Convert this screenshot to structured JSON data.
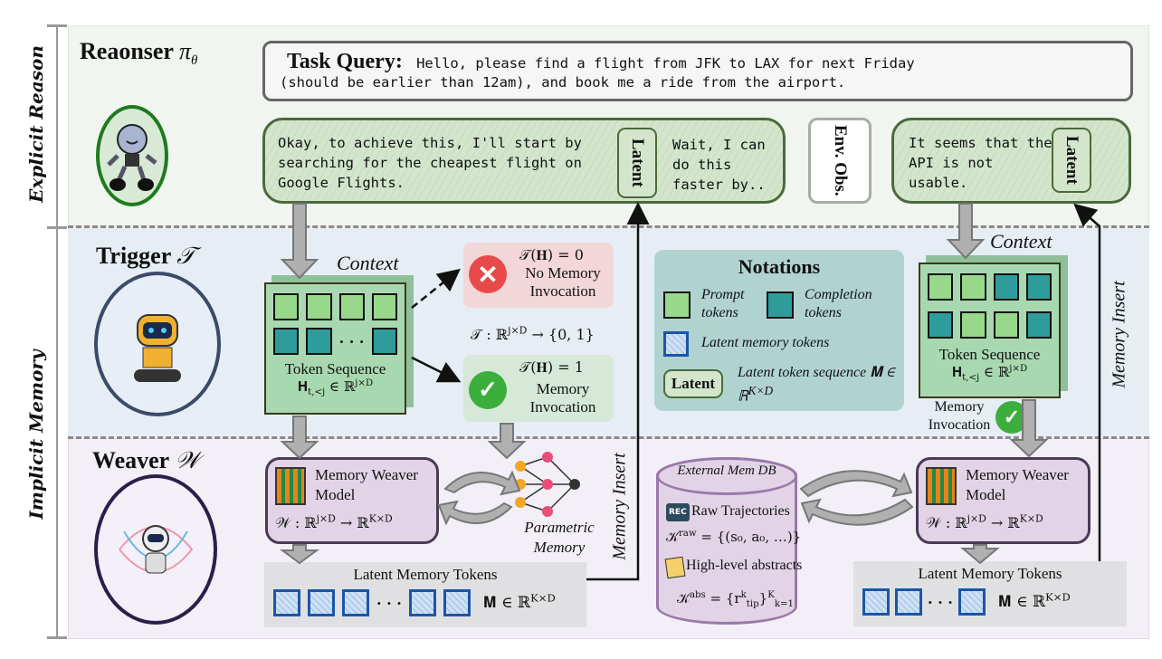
{
  "side_labels": {
    "explicit": "Explicit Reason",
    "implicit": "Implicit Memory"
  },
  "reasoner": {
    "title": "Reaonser",
    "symbol": "π",
    "symbol_sub": "θ",
    "task_query_label": "Task Query:",
    "task_query_line1": "Hello, please find a flight from JFK to LAX for next Friday",
    "task_query_line2": "(should be earlier than 12am), and book me a ride from the airport.",
    "bubble1_text": "Okay, to achieve this, I'll start by searching for the cheapest flight on Google Flights.",
    "latent_label": "Latent",
    "bubble1_continuation": "Wait, I can do this faster by..",
    "env_obs": "Env. Obs.",
    "bubble2_text": "It seems that the API is not usable."
  },
  "trigger": {
    "title": "Trigger",
    "symbol": "𝒯",
    "context_label": "Context",
    "token_sequence_label": "Token Sequence",
    "token_sequence_math": "𝐇_{t,<j} ∈ ℝ^{j×D}",
    "dots": "· · ·",
    "no_formula": "𝒯(𝐇) = 0",
    "no_text": "No Memory Invocation",
    "mapping": "𝒯 : ℝ^{j×D} → {0, 1}",
    "yes_formula": "𝒯(𝐇) = 1",
    "yes_text": "Memory Invocation",
    "colors": {
      "no": "#e84a4a",
      "yes": "#3cae3c"
    }
  },
  "notations": {
    "title": "Notations",
    "prompt": "Prompt tokens",
    "completion": "Completion tokens",
    "latent_memory": "Latent memory tokens",
    "latent_box": "Latent",
    "latent_seq": "Latent token sequence 𝐌 ∈ ℝ^{K×D}",
    "colors": {
      "prompt": "#98d88a",
      "completion": "#2f9c9c",
      "latent": "#1a56a8"
    }
  },
  "right_trigger": {
    "context_label": "Context",
    "token_sequence_label": "Token Sequence",
    "token_sequence_math": "𝐇_{t,<j} ∈ ℝ^{j×D}",
    "invocation_text": "Memory Invocation"
  },
  "weaver": {
    "title": "Weaver",
    "symbol": "𝒲",
    "model_label": "Memory Weaver Model",
    "model_math": "𝒲 : ℝ^{j×D} → ℝ^{K×D}",
    "parametric_memory": "Parametric Memory",
    "latent_tokens_label": "Latent Memory Tokens",
    "latent_tokens_math": "𝐌 ∈ ℝ^{K×D}",
    "dots": "· · ·",
    "memory_insert": "Memory Insert"
  },
  "external_db": {
    "title": "External Mem DB",
    "rec_badge": "REC",
    "raw_label": "Raw Trajectories",
    "raw_math": "𝒦^{raw} = {(s₀, a₀, …)}",
    "abs_label": "High-level abstracts",
    "abs_math": "𝒦^{abs} = {r^k_tip}^K_{k=1}"
  }
}
